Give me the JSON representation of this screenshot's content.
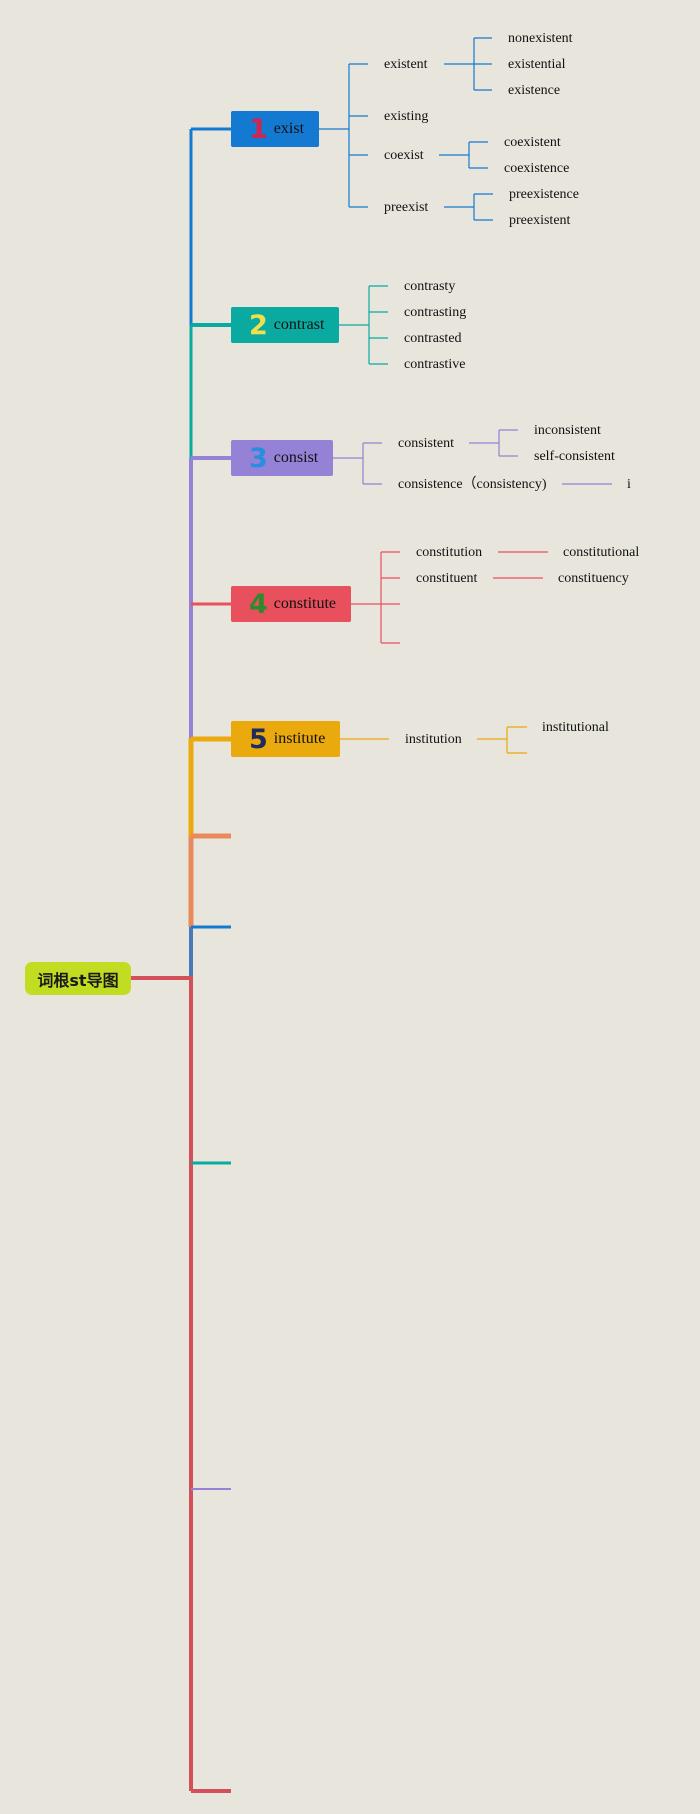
{
  "title": "词根st导图",
  "colors": {
    "background": "#e8e5dd",
    "root": "#c2dc22",
    "trunk": "#d2505a",
    "exist": "#1479d0",
    "contrast": "#0aaaa0",
    "consist": "#9581d6",
    "constitute": "#e8505e",
    "institute": "#eaa90c",
    "stub_orange": "#ea8a5c"
  },
  "branches": [
    {
      "number": "1",
      "label": "exist",
      "color": "#1479d0",
      "number_color": "#d6234e",
      "children": [
        {
          "label": "existent",
          "children": [
            "nonexistent",
            "existential",
            "existence"
          ]
        },
        {
          "label": "existing",
          "children": []
        },
        {
          "label": "coexist",
          "children": [
            "coexistent",
            "coexistence"
          ]
        },
        {
          "label": "preexist",
          "children": [
            "preexistence",
            "preexistent"
          ]
        }
      ]
    },
    {
      "number": "2",
      "label": "contrast",
      "color": "#0aaaa0",
      "number_color": "#f2e04a",
      "children": [
        {
          "label": "contrasty",
          "children": []
        },
        {
          "label": "contrasting",
          "children": []
        },
        {
          "label": "contrasted",
          "children": []
        },
        {
          "label": "contrastive",
          "children": []
        }
      ]
    },
    {
      "number": "3",
      "label": "consist",
      "color": "#9581d6",
      "number_color": "#2a8ee0",
      "children": [
        {
          "label": "consistent",
          "children": [
            "inconsistent",
            "self-consistent"
          ]
        },
        {
          "label": "consistence（consistency)",
          "children": [
            "i"
          ]
        }
      ]
    },
    {
      "number": "4",
      "label": "constitute",
      "color": "#e8505e",
      "number_color": "#2e8a2e",
      "children": [
        {
          "label": "constitution",
          "children": [
            "constitutional"
          ]
        },
        {
          "label": "constituent",
          "children": [
            "constituency"
          ]
        },
        {
          "label": "",
          "children": []
        },
        {
          "label": "",
          "children": []
        }
      ]
    },
    {
      "number": "5",
      "label": "institute",
      "color": "#eaa90c",
      "number_color": "#1f2a60",
      "children": [
        {
          "label": "institution",
          "children": [
            "institutional",
            ""
          ]
        }
      ]
    }
  ],
  "empty_branches": [
    {
      "color": "#ea8a5c"
    },
    {
      "color": "#1479d0"
    },
    {
      "color": "#0aaaa0"
    },
    {
      "color": "#9581d6"
    },
    {
      "color": "#d2505a"
    }
  ]
}
